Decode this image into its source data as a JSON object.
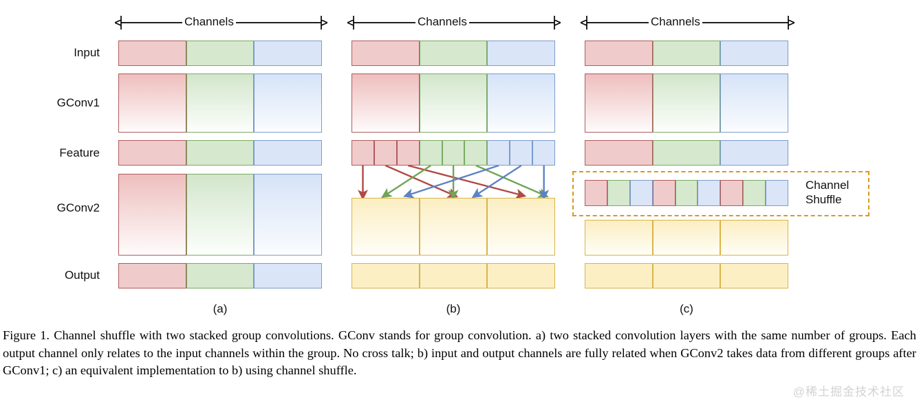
{
  "figure": {
    "row_labels": [
      "Input",
      "GConv1",
      "Feature",
      "GConv2",
      "Output"
    ],
    "panel_labels": [
      "(a)",
      "(b)",
      "(c)"
    ],
    "axis_label": "Channels",
    "shuffle_label_line1": "Channel",
    "shuffle_label_line2": "Shuffle",
    "watermark": "@稀土掘金技术社区",
    "caption": "Figure 1. Channel shuffle with two stacked group convolutions. GConv stands for group convolution. a) two stacked convolution layers with the same number of groups. Each output channel only relates to the input channels within the group. No cross talk; b) input and output channels are fully related when GConv2 takes data from different groups after GConv1; c) an equivalent implementation to b) using channel shuffle."
  },
  "colors": {
    "red_fill": "#f0cbcb",
    "red_stroke": "#b05b5b",
    "green_fill": "#d6e8ce",
    "green_stroke": "#7aab63",
    "blue_fill": "#dae5f8",
    "blue_stroke": "#7b9cca",
    "yellow_fill": "#fcefc4",
    "yellow_stroke": "#d9b44a",
    "shuffle_box_stroke": "#d79a1e",
    "text": "#111111",
    "watermark": "#d3d3d3"
  },
  "chart_data": {
    "type": "diagram",
    "title": "Channel shuffle with two stacked group convolutions",
    "groups": 3,
    "channels_per_group": 3,
    "panels": [
      {
        "id": "a",
        "label": "(a)",
        "rows": [
          {
            "name": "Input",
            "style": "flat",
            "cells": [
              "r",
              "g",
              "b"
            ]
          },
          {
            "name": "GConv1",
            "style": "gradient",
            "cells": [
              "r",
              "g",
              "b"
            ]
          },
          {
            "name": "Feature",
            "style": "flat",
            "cells": [
              "r",
              "g",
              "b"
            ]
          },
          {
            "name": "GConv2",
            "style": "gradient",
            "cells": [
              "r",
              "g",
              "b"
            ]
          },
          {
            "name": "Output",
            "style": "flat",
            "cells": [
              "r",
              "g",
              "b"
            ]
          }
        ],
        "arrows": []
      },
      {
        "id": "b",
        "label": "(b)",
        "rows": [
          {
            "name": "Input",
            "style": "flat",
            "cells": [
              "r",
              "g",
              "b"
            ]
          },
          {
            "name": "GConv1",
            "style": "gradient",
            "cells": [
              "r",
              "g",
              "b"
            ]
          },
          {
            "name": "Feature",
            "style": "flat-split",
            "cells": [
              "r",
              "r",
              "r",
              "g",
              "g",
              "g",
              "b",
              "b",
              "b"
            ]
          },
          {
            "name": "GConv2",
            "style": "gradient",
            "cells": [
              "y",
              "y",
              "y"
            ]
          },
          {
            "name": "Output",
            "style": "flat",
            "cells": [
              "y",
              "y",
              "y"
            ]
          }
        ],
        "arrows": [
          {
            "from": 0,
            "to": 0,
            "color": "r"
          },
          {
            "from": 1,
            "to": 3,
            "color": "r"
          },
          {
            "from": 2,
            "to": 6,
            "color": "r"
          },
          {
            "from": 3,
            "to": 1,
            "color": "g"
          },
          {
            "from": 4,
            "to": 4,
            "color": "g"
          },
          {
            "from": 5,
            "to": 7,
            "color": "g"
          },
          {
            "from": 6,
            "to": 2,
            "color": "b"
          },
          {
            "from": 7,
            "to": 5,
            "color": "b"
          },
          {
            "from": 8,
            "to": 8,
            "color": "b"
          }
        ]
      },
      {
        "id": "c",
        "label": "(c)",
        "rows": [
          {
            "name": "Input",
            "style": "flat",
            "cells": [
              "r",
              "g",
              "b"
            ]
          },
          {
            "name": "GConv1",
            "style": "gradient",
            "cells": [
              "r",
              "g",
              "b"
            ]
          },
          {
            "name": "Feature",
            "style": "flat",
            "cells": [
              "r",
              "g",
              "b"
            ]
          },
          {
            "name": "ChannelShuffle",
            "style": "flat-split",
            "cells": [
              "r",
              "g",
              "b",
              "r",
              "g",
              "b",
              "r",
              "g",
              "b"
            ]
          },
          {
            "name": "GConv2",
            "style": "gradient",
            "cells": [
              "y",
              "y",
              "y"
            ]
          },
          {
            "name": "Output",
            "style": "flat",
            "cells": [
              "y",
              "y",
              "y"
            ]
          }
        ],
        "arrows": []
      }
    ]
  }
}
